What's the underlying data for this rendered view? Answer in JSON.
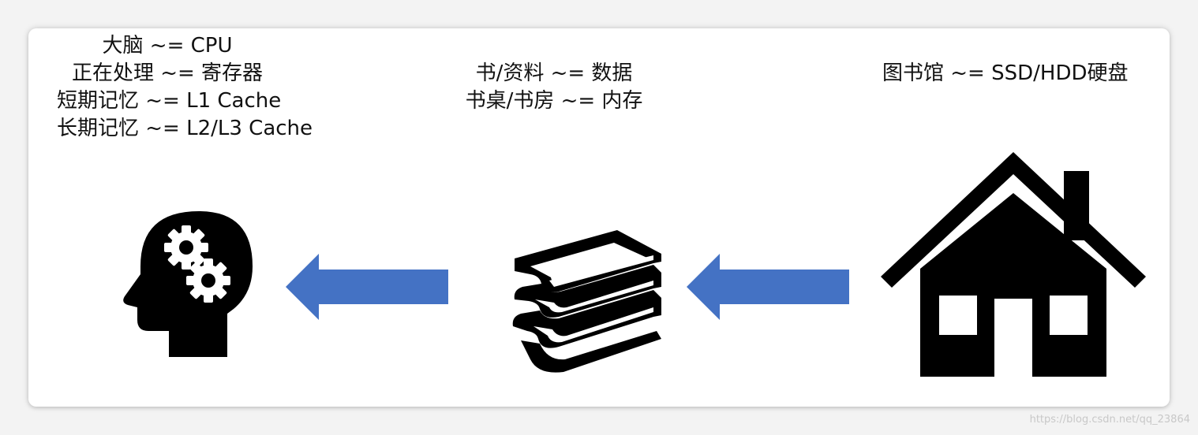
{
  "brain": {
    "lines": [
      "大脑 ~= CPU",
      "正在处理 ~= 寄存器",
      "短期记忆 ~= L1 Cache",
      "长期记忆 ~= L2/L3 Cache"
    ],
    "icon": "head-with-gears-icon"
  },
  "books": {
    "lines": [
      "书/资料 ~= 数据",
      "书桌/书房 ~= 内存"
    ],
    "icon": "stack-of-books-icon"
  },
  "library": {
    "lines": [
      "图书馆 ~= SSD/HDD硬盘"
    ],
    "icon": "house-icon"
  },
  "colors": {
    "arrow": "#4472c4",
    "icon": "#000000"
  },
  "watermark": "https://blog.csdn.net/qq_23864"
}
